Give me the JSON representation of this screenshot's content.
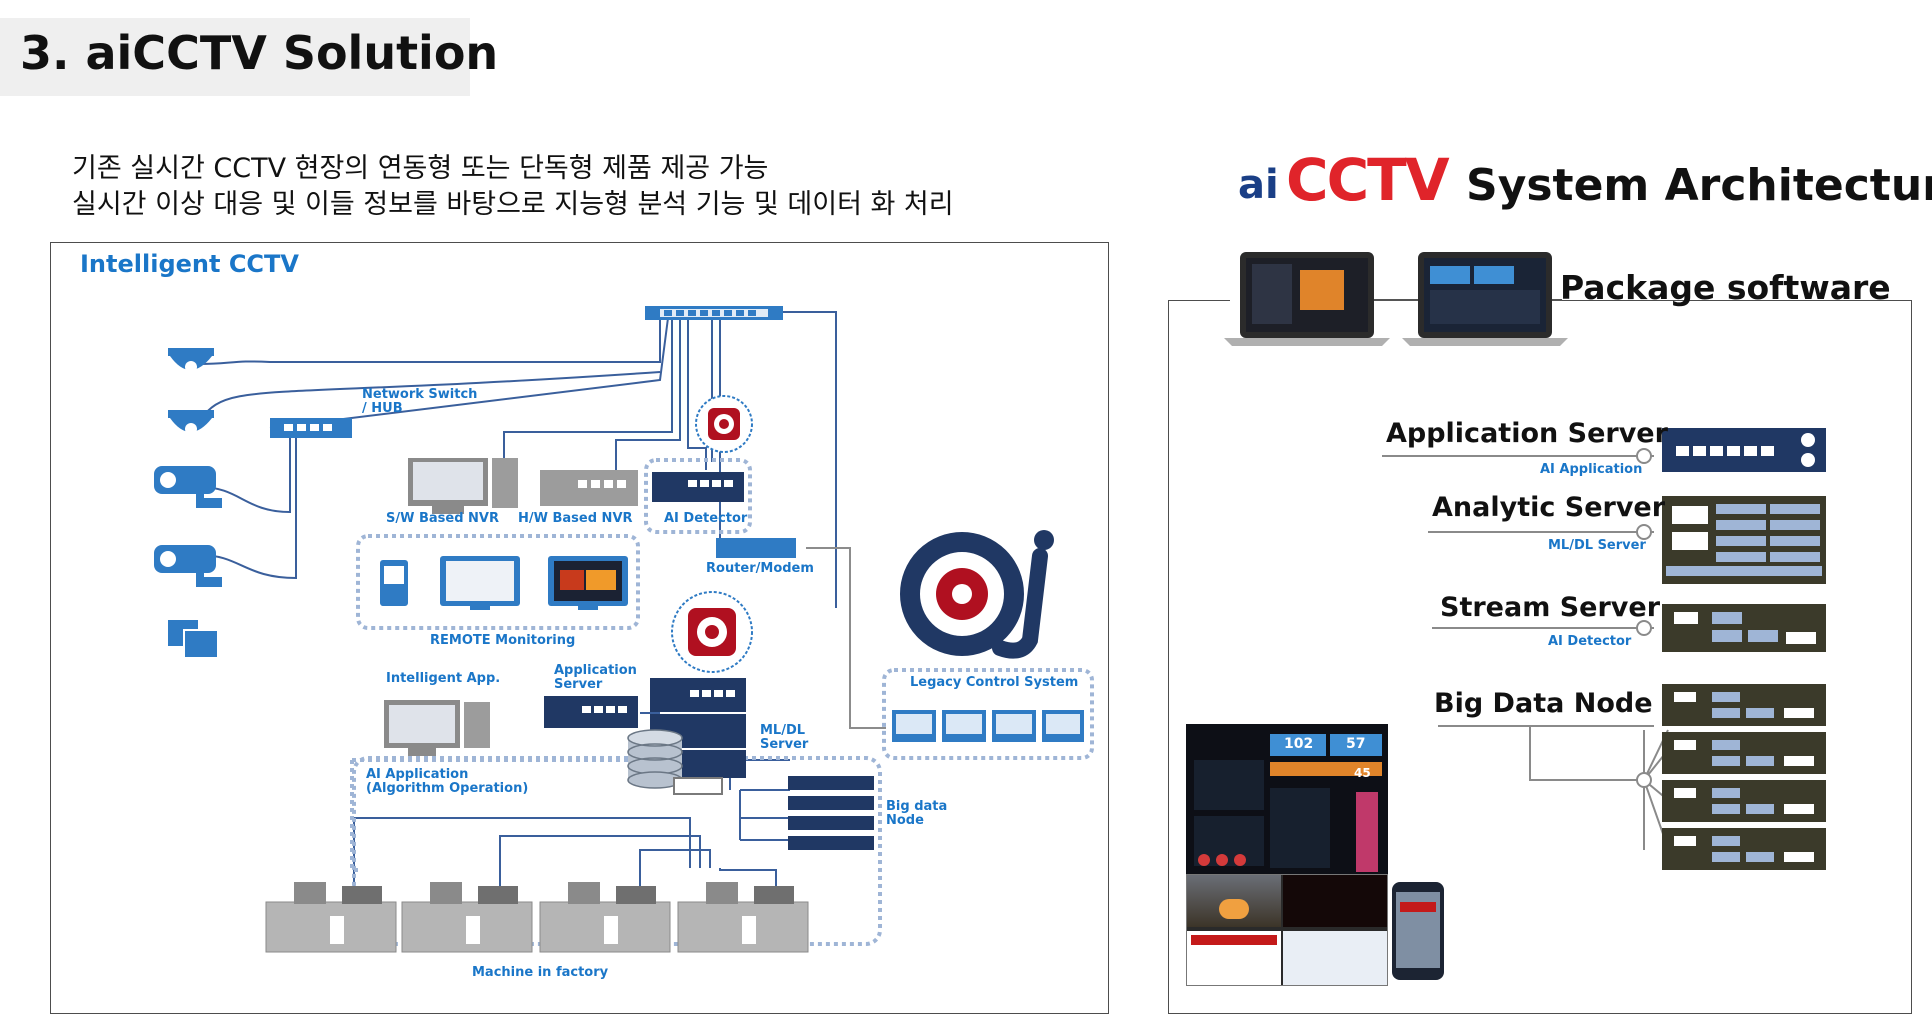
{
  "page": {
    "title": "3. aiCCTV Solution",
    "intro": [
      "기존 실시간 CCTV 현장의 연동형 또는 단독형 제품 제공 가능",
      "실시간 이상 대응 및 이들 정보를 바탕으로 지능형 분석 기능 및 데이터 화 처리"
    ]
  },
  "left_diagram": {
    "title": "Intelligent CCTV",
    "labels": {
      "network_switch": [
        "Network Switch",
        "/ HUB"
      ],
      "sw_nvr": "S/W Based NVR",
      "hw_nvr": "H/W Based NVR",
      "ai_detector": "AI Detector",
      "router": "Router/Modem",
      "remote": "REMOTE Monitoring",
      "intelligent_app": "Intelligent App.",
      "app_server": [
        "Application",
        "Server"
      ],
      "legacy": "Legacy Control System",
      "mldl": [
        "ML/DL",
        "Server"
      ],
      "ai_application": [
        "AI Application",
        "(Algorithm Operation)"
      ],
      "bigdata": [
        "Big data",
        "Node"
      ],
      "factory": "Machine in factory"
    }
  },
  "right_diagram": {
    "logo_ai": "ai",
    "logo_cctv": "CCTV",
    "title": "System Architecture",
    "package": "Package software",
    "servers": [
      {
        "name": "Application Server",
        "sub": "AI Application"
      },
      {
        "name": "Analytic Server",
        "sub": "ML/DL Server"
      },
      {
        "name": "Stream Server",
        "sub": "AI Detector"
      },
      {
        "name": "Big Data Node",
        "sub": ""
      }
    ],
    "dashboard": {
      "value_a": "102",
      "value_b": "57",
      "value_c": "45"
    }
  },
  "colors": {
    "accent_blue": "#1a76c8",
    "navy": "#203864",
    "dot_border": "#9fb5d6",
    "chip_red": "#b01020",
    "grey_device": "#a6a6a6"
  }
}
